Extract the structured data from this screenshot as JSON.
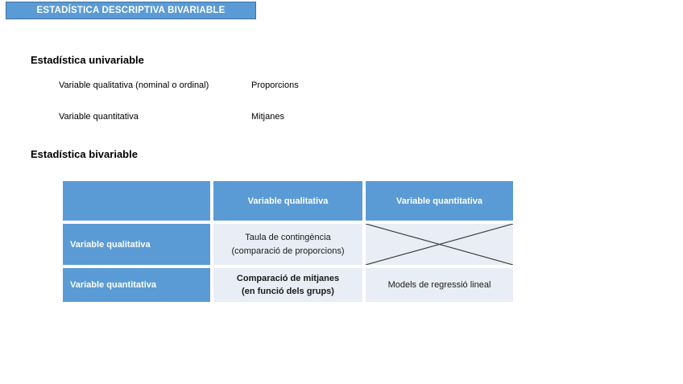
{
  "banner": {
    "title": "ESTADÍSTICA DESCRIPTIVA BIVARIABLE",
    "fill_color": "#5B9BD5",
    "border_color": "#41719C",
    "text_color": "#FFFFFF"
  },
  "univariable": {
    "heading": "Estadística univariable",
    "rows": [
      {
        "label": "Variable qualitativa (nominal o ordinal)",
        "value": "Proporcions"
      },
      {
        "label": "Variable quantitativa",
        "value": "Mitjanes"
      }
    ]
  },
  "bivariable": {
    "heading": "Estadística bivariable"
  },
  "table": {
    "header_columns": [
      "",
      "Variable qualitativa",
      "Variable quantitativa"
    ],
    "rows": [
      {
        "label": "Variable qualitativa",
        "middle_line1": "Taula de contingència",
        "middle_line2": "(comparació de proporcions)",
        "right_icon": "cross-x"
      },
      {
        "label": "Variable quantitativa",
        "middle_line1": "Comparació de mitjanes",
        "middle_line2": "(en funció dels grups)",
        "right": "Models de regressió lineal"
      }
    ],
    "colors": {
      "header_fill": "#5B9BD5",
      "label_fill": "#5B9BD5",
      "body_fill": "#E9EDF5",
      "header_text": "#FFFFFF",
      "body_text": "#1A1A1A",
      "cross_stroke": "#3F3F3F"
    }
  }
}
